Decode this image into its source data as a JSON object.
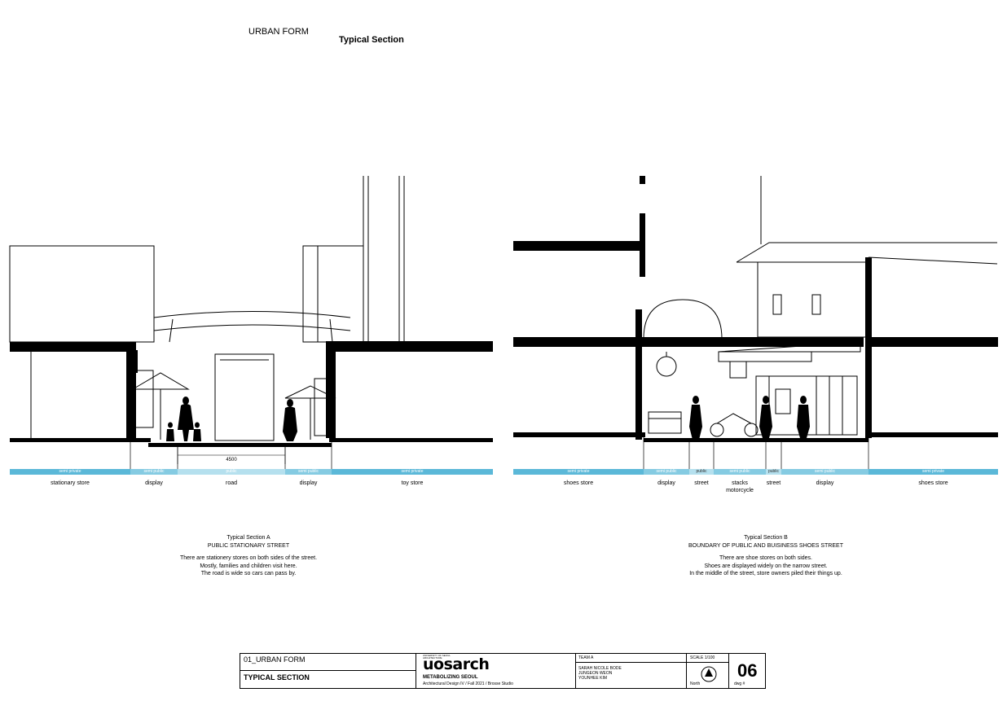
{
  "header": {
    "section_label": "URBAN FORM",
    "title": "Typical Section"
  },
  "section_a": {
    "dimension": "4500",
    "zones": [
      {
        "band": "semi private",
        "label": "stationary store"
      },
      {
        "band": "semi public",
        "label": "display"
      },
      {
        "band": "public",
        "label": "road"
      },
      {
        "band": "semi public",
        "label": "display"
      },
      {
        "band": "semi private",
        "label": "toy store"
      }
    ],
    "caption": {
      "title": "Typical Section A",
      "subtitle": "PUBLIC STATIONARY STREET",
      "lines": [
        "There are stationery stores on both sides of the street.",
        "Mostly, families and children visit here.",
        "The road is wide so cars can pass by."
      ]
    }
  },
  "section_b": {
    "zones": [
      {
        "band": "semi private",
        "label": "shoes store"
      },
      {
        "band": "semi public",
        "label": "display"
      },
      {
        "band": "public",
        "label": "street"
      },
      {
        "band": "semi public",
        "label": "stacks motorcycle"
      },
      {
        "band": "public",
        "label": "street"
      },
      {
        "band": "semi public",
        "label": "display"
      },
      {
        "band": "semi private",
        "label": "shoes store"
      }
    ],
    "caption": {
      "title": "Typical Section B",
      "subtitle": "BOUNDARY OF PUBLIC AND BUISINESS SHOES STREET",
      "lines": [
        "There are shoe stores on both sides.",
        "Shoes are displayed widely on the narrow street.",
        "In the middle of the street, store owners piled their things up."
      ]
    }
  },
  "colors": {
    "semi_private": "#5bb8d8",
    "semi_public": "#85cbe2",
    "public": "#b5e0ee"
  },
  "title_block": {
    "sheet_group": "01_URBAN FORM",
    "sheet_title": "TYPICAL SECTION",
    "logo": "uosarch",
    "logo_small": "UNIVERSITY OF SEOUL ARCHITECTURE",
    "project": "METABOLIZING SEOUL",
    "course": "Architectural Design IV / Fall 2021 / Brosse Studio",
    "team": "TEAM A",
    "members": [
      "SARAH NICOLE BODE",
      "JUNGEON WEON",
      "YOUNHEE KIM"
    ],
    "scale": "SCALE 1/100",
    "north": "North",
    "dwg_number": "06",
    "dwg_label": "dwg #"
  }
}
